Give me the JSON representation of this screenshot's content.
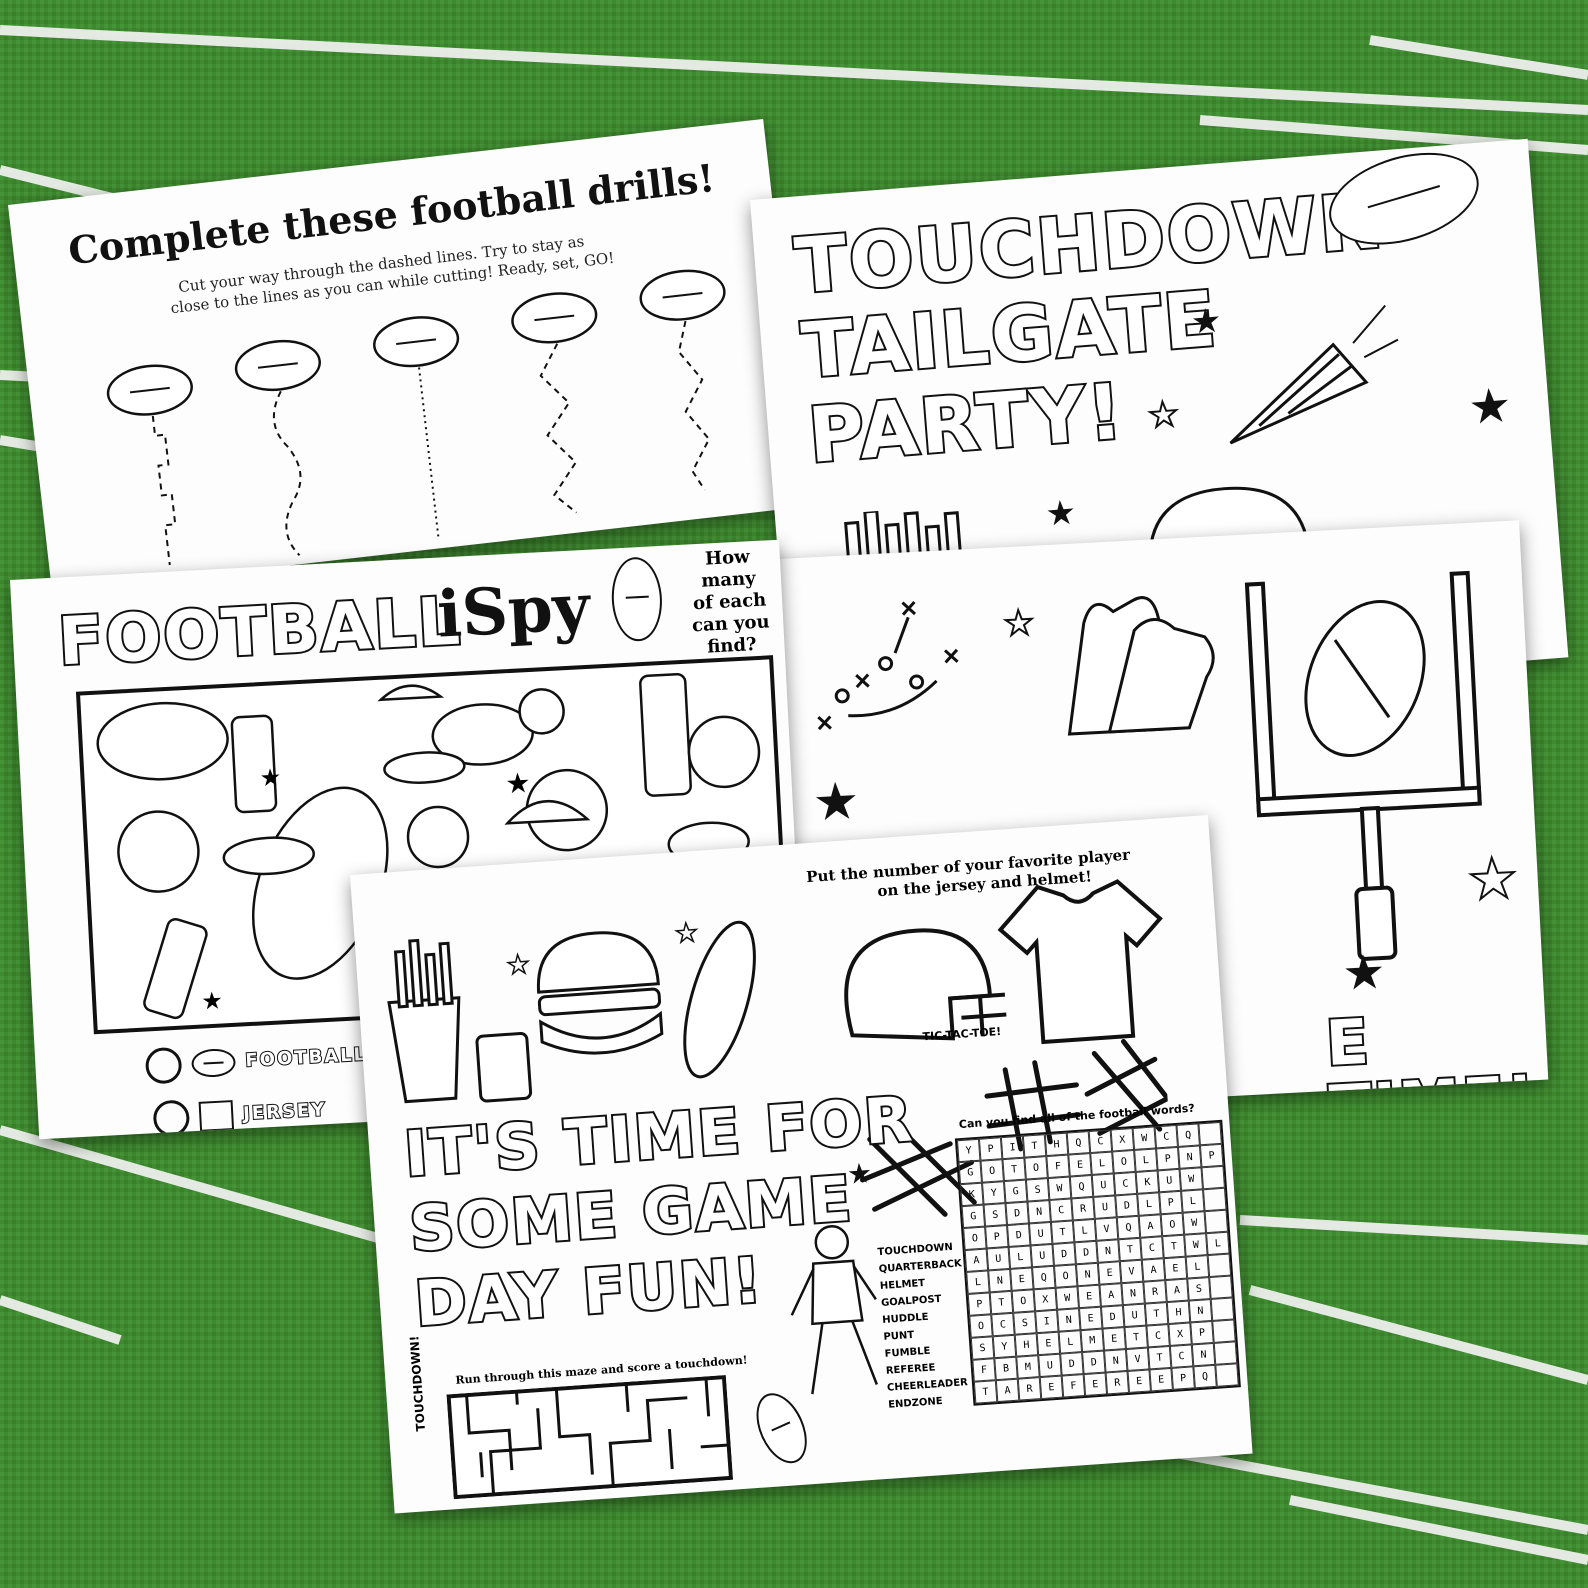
{
  "drills": {
    "title": "Complete these football drills!",
    "instructions_line1": "Cut your way through the dashed lines. Try to stay as",
    "instructions_line2": "close to the lines as you can while cutting! Ready, set, GO!"
  },
  "tailgate": {
    "title_line1": "TOUCHDOWN",
    "title_line2": "TAILGATE",
    "title_line3": "PARTY!"
  },
  "ispy": {
    "title_outline": "FOOTBALL",
    "title_serif": "iSpy",
    "question_line1": "How many",
    "question_line2": "of each",
    "question_line3": "can you",
    "question_line4": "find?",
    "checklist": [
      "FOOTBALL",
      "JERSEY"
    ]
  },
  "goalpost": {
    "title_partial": "E TIME!"
  },
  "gameday": {
    "jersey_prompt_line1": "Put the number of your favorite player",
    "jersey_prompt_line2": "on the jersey and helmet!",
    "tictactoe_label": "TIC-TAC-TOE!",
    "title_line1": "IT'S TIME FOR",
    "title_line2": "SOME GAME",
    "title_line3": "DAY FUN!",
    "wordsearch_prompt": "Can you find all of the football words?",
    "wordsearch_rows": [
      "YPITHQCXWCQ",
      "GOTOFELOLPNP",
      "KYGSWQUCKUW",
      "GSDNCRUDLPL",
      "OPDUTLVQAOW",
      "AULUDDNTCTWL",
      "LNEQONEVAEL",
      "PTOXWEANRAS",
      "OCSINEDUTHN",
      "SYHELMETCXP",
      "FBMUDDNVTCN",
      "TAREFEREEPQ"
    ],
    "wordlist": [
      "TOUCHDOWN",
      "QUARTERBACK",
      "HELMET",
      "GOALPOST",
      "HUDDLE",
      "PUNT",
      "FUMBLE",
      "REFEREE",
      "CHEERLEADER",
      "ENDZONE"
    ],
    "maze_prompt": "Run through this maze and score a touchdown!",
    "maze_side_label": "TOUCHDOWN!"
  },
  "colors": {
    "field": "#3f8a2e",
    "line": "#f2f2f2",
    "ink": "#111111",
    "paper": "#fdfdfd"
  }
}
